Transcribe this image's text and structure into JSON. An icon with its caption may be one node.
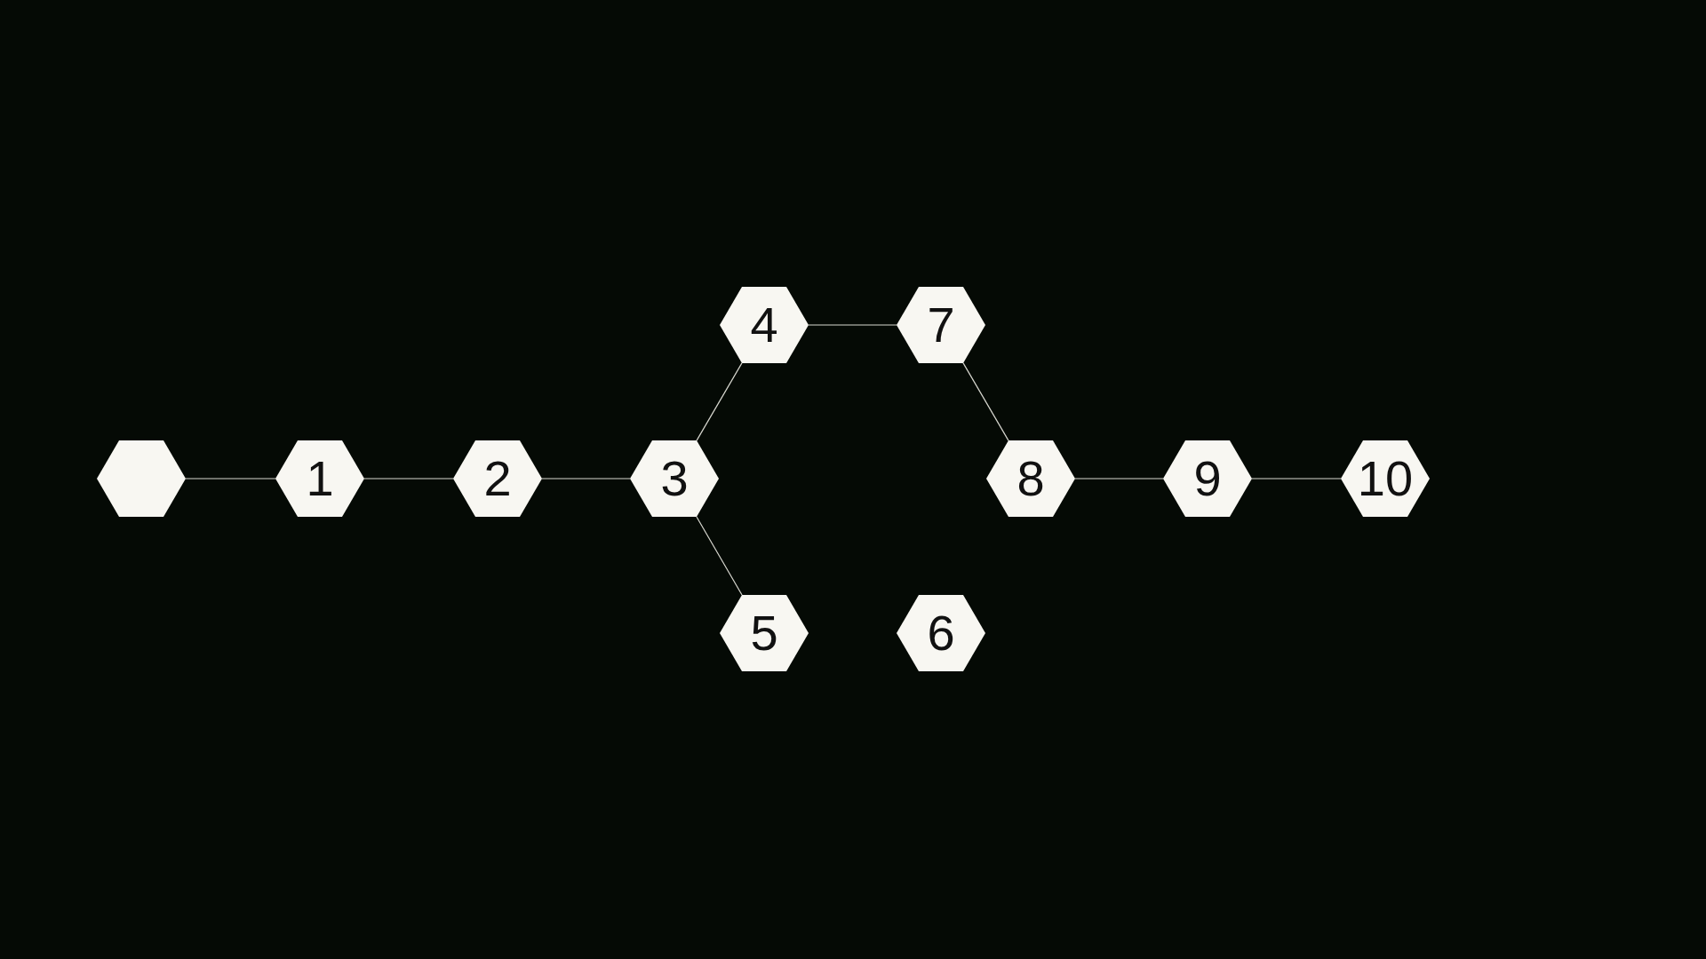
{
  "diagram": {
    "nodes": [
      {
        "text": [],
        "shape": "hexagon"
      },
      {
        "text": [
          "1"
        ]
      },
      {
        "text": [
          "2"
        ]
      },
      {
        "text": [
          "3"
        ]
      },
      {
        "text": [
          "4"
        ]
      },
      {
        "text": [
          "5"
        ]
      },
      {
        "text": [
          "6"
        ]
      },
      {
        "text": [
          "7"
        ]
      },
      {
        "text": [
          "8"
        ]
      },
      {
        "text": [
          "9"
        ]
      },
      {
        "text": [
          "10"
        ]
      }
    ],
    "edges": [
      {
        "from": 0,
        "to": 1,
        "arrow": "none"
      },
      {
        "from": 1,
        "to": 2,
        "arrow": "none"
      },
      {
        "from": 2,
        "to": 3,
        "arrow": "none"
      },
      {
        "from": 3,
        "to": 4,
        "arrow": "none"
      },
      {
        "from": 3,
        "to": 5,
        "arrow": "none"
      },
      {
        "from": 4,
        "to": 7,
        "arrow": "none"
      },
      {
        "from": 7,
        "to": 8,
        "arrow": "none"
      },
      {
        "from": 8,
        "to": 9,
        "arrow": "none"
      },
      {
        "from": 9,
        "to": 10,
        "arrow": "none"
      }
    ]
  }
}
